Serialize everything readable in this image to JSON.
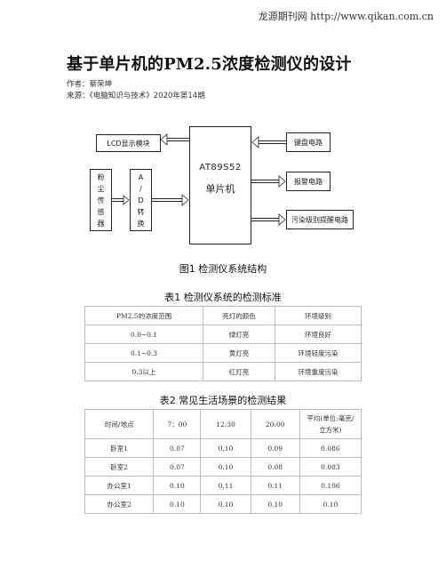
{
  "header": {
    "site": "龙源期刊网 http://www.qikan.com.cn"
  },
  "article": {
    "title": "基于单片机的PM2.5浓度检测仪的设计",
    "author": "作者：蔡荣坤",
    "source": "来源：《电脑知识与技术》2020年第14期"
  },
  "diagram": {
    "mcu_line1": "AT89S52",
    "mcu_line2": "单片机",
    "lcd": "LCD显示模块",
    "sensor": [
      "粉",
      "尘",
      "传",
      "感",
      "器"
    ],
    "adc": [
      "A",
      "/",
      "D",
      "转",
      "换"
    ],
    "keyboard": "键盘电路",
    "alarm": "报警电路",
    "pollution": "污染级别提醒电路"
  },
  "figure_caption": "图1 检测仪系统结构",
  "table1": {
    "title": "表1 检测仪系统的检测标准",
    "headers": [
      "PM2.5的浓度范围",
      "亮灯的颜色",
      "环境级别"
    ],
    "rows": [
      [
        "0.0~0.1",
        "绿灯亮",
        "环境良好"
      ],
      [
        "0.1~0.3",
        "黄灯亮",
        "环境轻度污染"
      ],
      [
        "0.3以上",
        "红灯亮",
        "环境重度污染"
      ]
    ]
  },
  "table2": {
    "title": "表2 常见生活场景的检测结果",
    "headers": [
      "时间/地点",
      "7：00",
      "12:30",
      "20:00",
      "平均(单位:毫克/立方米)"
    ],
    "rows": [
      [
        "卧室1",
        "0.07",
        "0.10",
        "0.09",
        "0.086"
      ],
      [
        "卧室2",
        "0.07",
        "0.10",
        "0.08",
        "0.083"
      ],
      [
        "办公室1",
        "0.10",
        "0.11",
        "0.11",
        "0.106"
      ],
      [
        "办公室2",
        "0.10",
        "0.10",
        "0.10",
        "0.10"
      ]
    ]
  }
}
